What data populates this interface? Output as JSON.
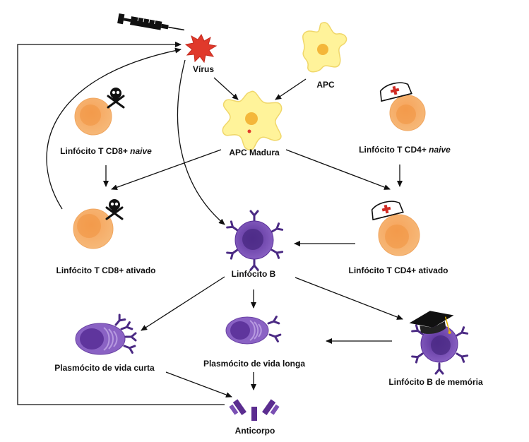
{
  "labels": {
    "virus": "Vírus",
    "apc": "APC",
    "apc_mature": "APC Madura",
    "cd8_naive_prefix": "Linfócito T CD8+ ",
    "cd8_naive_suffix": "naive",
    "cd4_naive_prefix": "Linfócito T CD4+ ",
    "cd4_naive_suffix": "naive",
    "cd8_active": "Linfócito T CD8+ ativado",
    "cd4_active": "Linfócito T CD4+ ativado",
    "b_cell": "Linfócito B",
    "plasma_short": "Plasmócito de vida curta",
    "plasma_long": "Plasmócito de vida longa",
    "b_memory": "Linfócito B de memória",
    "antibody": "Anticorpo"
  },
  "icons": {
    "syringe": "syringe-icon",
    "skull": "skull-crossbones-icon",
    "nurse_cap": "nurse-cap-icon",
    "graduation_cap": "graduation-cap-icon"
  },
  "colors": {
    "virus": "#e0392b",
    "apc": "#fff39a",
    "apc_core": "#f4b73a",
    "t_cell": "#f6b06b",
    "t_cell_core": "#f0943f",
    "b_cell": "#7a4fb3",
    "b_cell_dark": "#4b2a84",
    "antibody": "#5b2d90"
  }
}
